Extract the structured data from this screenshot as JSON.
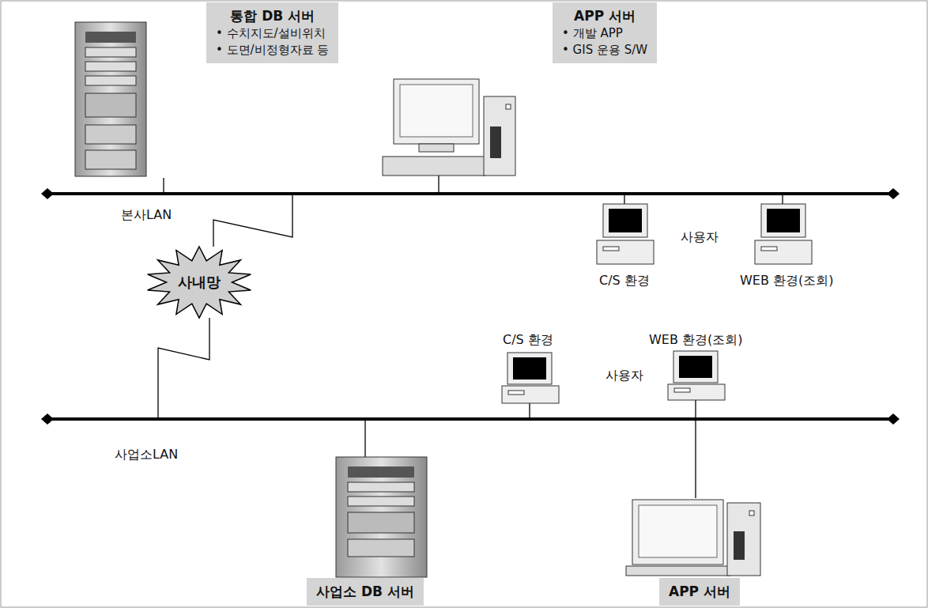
{
  "diagram": {
    "nodes": [
      {
        "text": [
          "통합 DB 서버",
          "• 수치지도/설비위치",
          "• 도면/비정형자료 등"
        ]
      },
      {
        "text": [
          "APP 서버",
          "• 개발 APP",
          "• GIS 운용 S/W"
        ]
      },
      {
        "text": [
          "사내망"
        ]
      },
      {
        "text": [
          "사업소 DB 서버"
        ]
      },
      {
        "text": [
          "APP 서버"
        ]
      }
    ],
    "labels": [
      "본사LAN",
      "사용자",
      "C/S 환경",
      "WEB 환경(조회)",
      "C/S 환경",
      "WEB 환경(조회)",
      "사용자",
      "사업소LAN"
    ]
  }
}
